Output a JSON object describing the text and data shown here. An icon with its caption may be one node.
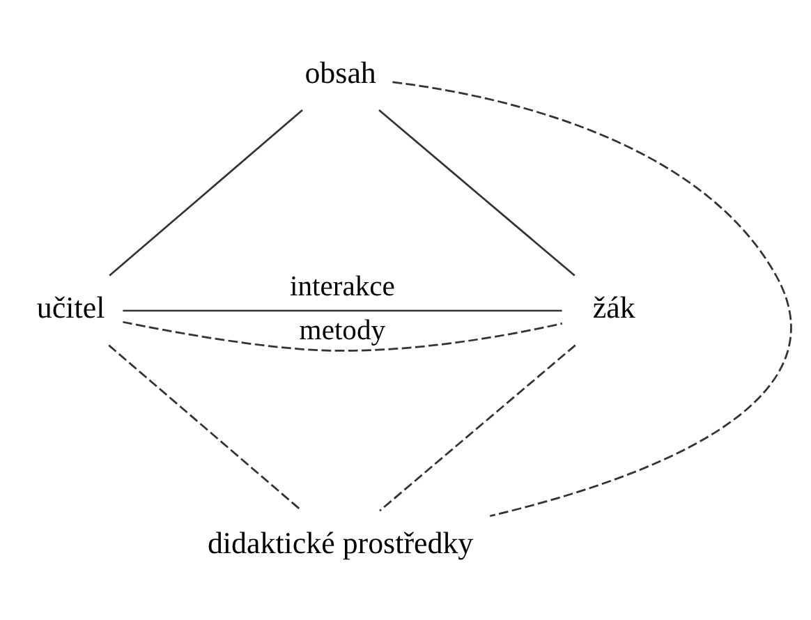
{
  "diagram": {
    "nodes": [
      {
        "text": [
          "obsah"
        ]
      },
      {
        "text": [
          "učitel"
        ]
      },
      {
        "text": [
          "žák"
        ]
      },
      {
        "text": [
          "didaktické prostředky"
        ]
      }
    ],
    "edges": [
      {
        "from": 0,
        "to": 1,
        "arrow": "none"
      },
      {
        "from": 0,
        "to": 2,
        "arrow": "none"
      },
      {
        "from": 1,
        "to": 2,
        "arrow": "none",
        "label": "interakce"
      },
      {
        "from": 1,
        "to": 2,
        "arrow": "none",
        "label": "metody",
        "style": "dashed"
      },
      {
        "from": 0,
        "to": 3,
        "arrow": "none",
        "style": "dashed"
      },
      {
        "from": 1,
        "to": 3,
        "arrow": "none",
        "style": "dashed"
      },
      {
        "from": 2,
        "to": 3,
        "arrow": "none",
        "style": "dashed"
      }
    ]
  }
}
